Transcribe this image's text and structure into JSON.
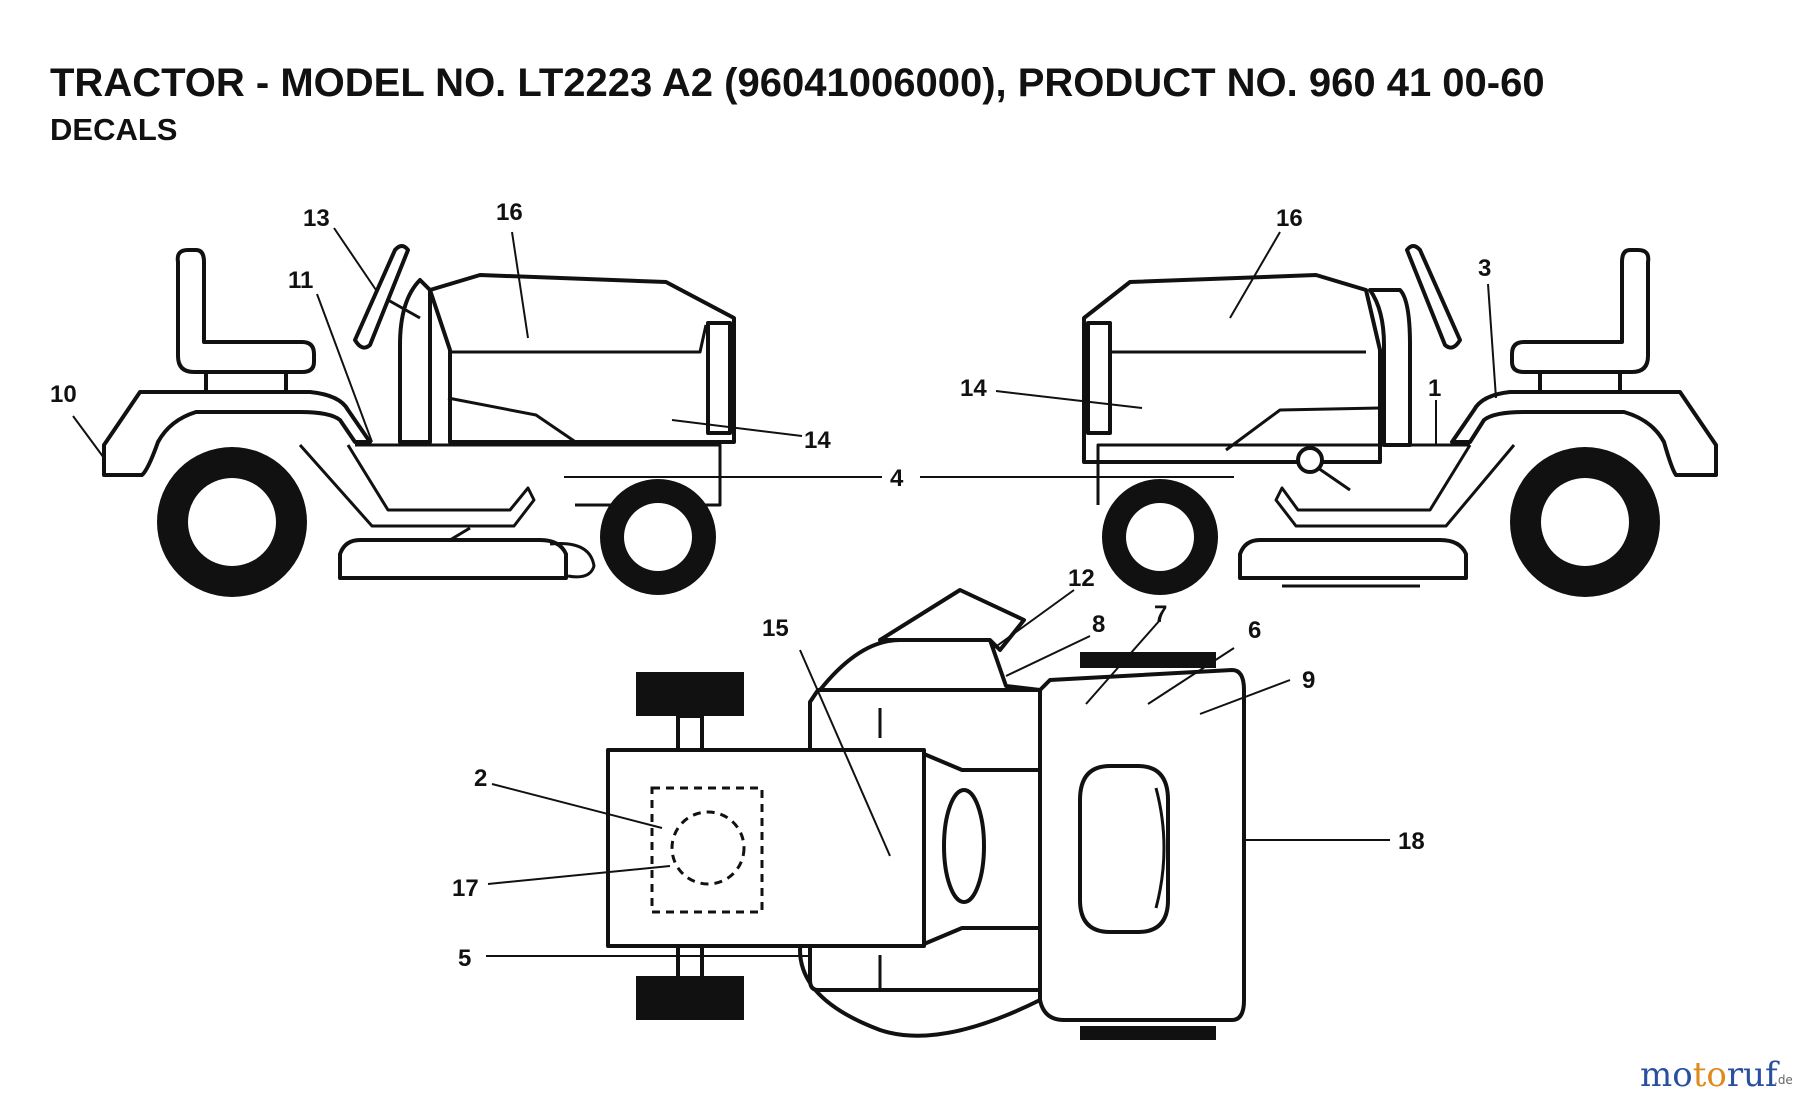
{
  "header": {
    "title": "TRACTOR - MODEL NO. LT2223 A2 (96041006000), PRODUCT NO. 960 41 00-60",
    "subtitle": "DECALS"
  },
  "callouts": {
    "c1": "1",
    "c2": "2",
    "c3": "3",
    "c4": "4",
    "c5": "5",
    "c6": "6",
    "c7": "7",
    "c8": "8",
    "c9": "9",
    "c10": "10",
    "c11": "11",
    "c12": "12",
    "c13": "13",
    "c14_left": "14",
    "c14_right": "14",
    "c15": "15",
    "c16_left": "16",
    "c16_right": "16",
    "c17": "17",
    "c18": "18"
  },
  "watermark": {
    "brand_mo": "mo",
    "brand_to": "to",
    "brand_ruf": "ruf",
    "brand_tld": ".de",
    "colors": {
      "blue": "#2a4fa0",
      "orange": "#e08a1e"
    }
  }
}
